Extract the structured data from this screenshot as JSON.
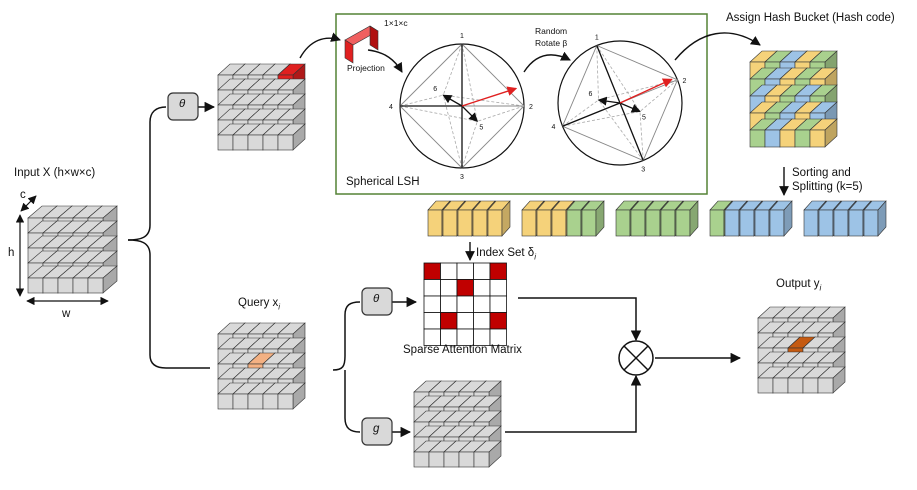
{
  "labels": {
    "input": "Input X (h×w×c)",
    "dim_c": "c",
    "dim_h": "h",
    "dim_w": "w",
    "query": "Query x",
    "query_sub": "i",
    "theta_top": "θ",
    "theta_mid": "θ",
    "g_op": "g",
    "proj_dim": "1×1×c",
    "projection": "Projection",
    "random": "Random",
    "rotate": "Rotate β",
    "spherical": "Spherical LSH",
    "assign": "Assign Hash Bucket (Hash code)",
    "sorting": "Sorting and",
    "splitting": "Splitting (k=5)",
    "index_set": "Index Set δ",
    "index_sub": "i",
    "sparse": "Sparse Attention Matrix",
    "output": "Output y",
    "output_sub": "i"
  },
  "circle1_labels": [
    "1",
    "2",
    "3",
    "4",
    "5",
    "6"
  ],
  "circle2_labels": [
    "1",
    "2",
    "3",
    "4",
    "5",
    "6"
  ],
  "colors": {
    "red": "#e02020",
    "yellow": "#f5d27a",
    "green": "#a9d18e",
    "blue": "#9dc3e6",
    "gray": "#d9d9d9",
    "orange": "#f4b183",
    "dark_orange": "#c55a11",
    "green_border": "#548235",
    "attn_red": "#c00000"
  },
  "chunks": [
    [
      "yellow",
      "yellow",
      "yellow",
      "yellow",
      "yellow"
    ],
    [
      "yellow",
      "yellow",
      "yellow",
      "green",
      "green"
    ],
    [
      "green",
      "green",
      "green",
      "green",
      "green"
    ],
    [
      "green",
      "blue",
      "blue",
      "blue",
      "blue"
    ],
    [
      "blue",
      "blue",
      "blue",
      "blue",
      "blue"
    ]
  ],
  "bucket_rows": [
    [
      "yellow",
      "green",
      "blue",
      "yellow",
      "green"
    ],
    [
      "green",
      "blue",
      "yellow",
      "green",
      "yellow"
    ],
    [
      "blue",
      "yellow",
      "green",
      "blue",
      "green"
    ],
    [
      "yellow",
      "green",
      "blue",
      "yellow",
      "blue"
    ],
    [
      "green",
      "blue",
      "yellow",
      "green",
      "yellow"
    ]
  ],
  "attention_cells": [
    [
      0,
      0
    ],
    [
      0,
      4
    ],
    [
      1,
      2
    ],
    [
      3,
      1
    ],
    [
      3,
      4
    ]
  ]
}
